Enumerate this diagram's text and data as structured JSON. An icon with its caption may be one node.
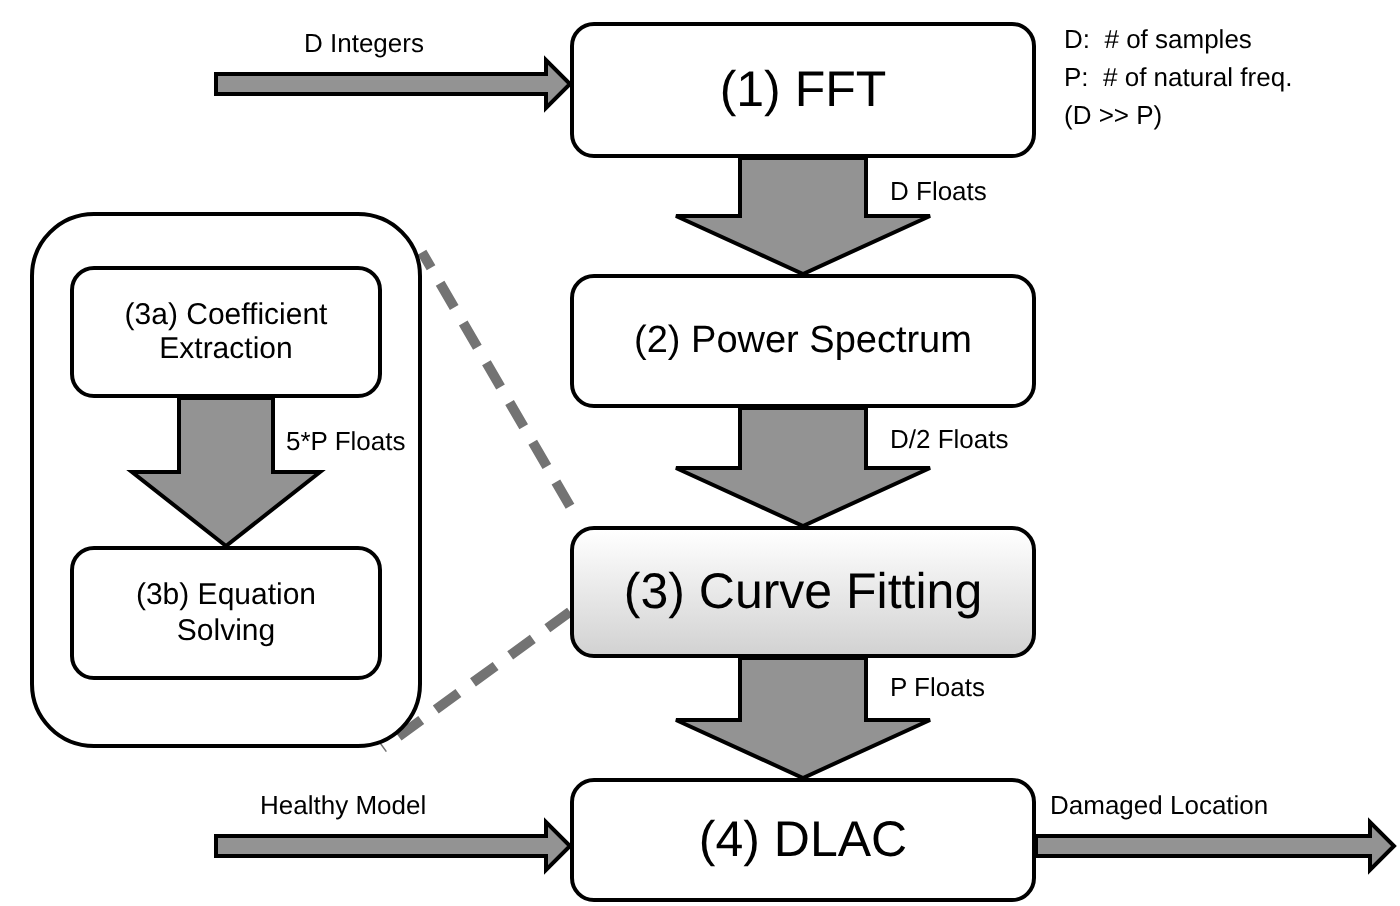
{
  "diagram": {
    "nodes": [
      {
        "text": [
          "(1) FFT"
        ]
      },
      {
        "text": [
          "(2) Power Spectrum"
        ]
      },
      {
        "text": [
          "(3) Curve Fitting"
        ]
      },
      {
        "text": [
          "(4) DLAC"
        ]
      },
      {
        "text": [],
        "shape": "box"
      },
      {
        "text": [
          "(3a) Coefficient Extraction"
        ],
        "in": 4
      },
      {
        "text": [
          "(3b) Equation Solving"
        ],
        "in": 4
      }
    ],
    "edges": [
      {
        "from": null,
        "to": 0,
        "arrow": "to",
        "label": "D Integers"
      },
      {
        "from": 0,
        "to": 1,
        "arrow": "to",
        "label": "D Floats"
      },
      {
        "from": 1,
        "to": 2,
        "arrow": "to",
        "label": "D/2 Floats"
      },
      {
        "from": 2,
        "to": 3,
        "arrow": "to",
        "label": "P Floats"
      },
      {
        "from": null,
        "to": 3,
        "arrow": "to",
        "label": "Healthy Model"
      },
      {
        "from": 3,
        "to": null,
        "arrow": "to",
        "label": "Damaged Location"
      },
      {
        "from": 5,
        "to": 6,
        "arrow": "to",
        "label": "5*P Floats"
      },
      {
        "from": 2,
        "to": 4,
        "arrow": "none",
        "style": "dashed",
        "color": "#737373"
      },
      {
        "from": 2,
        "to": 4,
        "arrow": "none",
        "style": "dashed",
        "color": "#737373"
      }
    ],
    "labels": [
      "D:  # of samples",
      "P:  # of natural freq.",
      "(D >> P)"
    ]
  }
}
